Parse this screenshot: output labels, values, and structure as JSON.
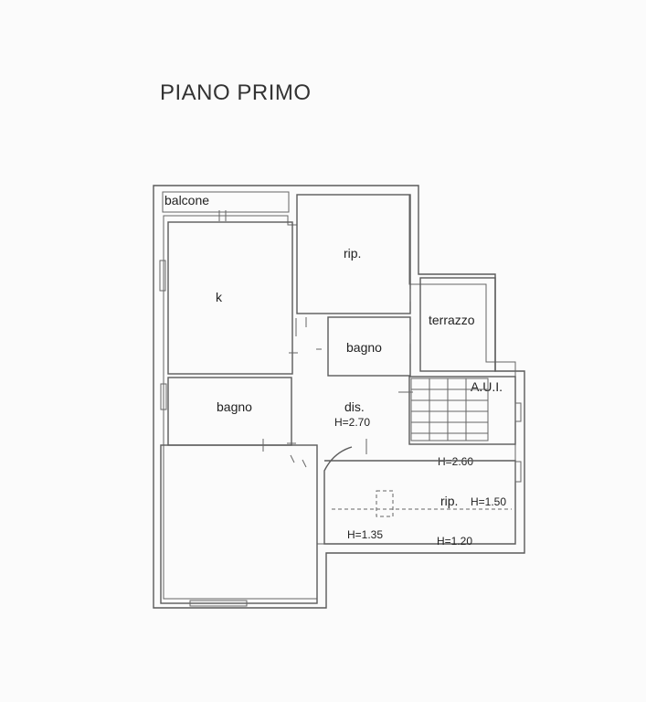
{
  "plan": {
    "title": "PIANO PRIMO",
    "rooms": {
      "balcone": "balcone",
      "kitchen": "k",
      "storage_top": "rip.",
      "terrace": "terrazzo",
      "bath_right": "bagno",
      "bath_left": "bagno",
      "aui": "A.U.I.",
      "hall": "dis.",
      "hall_height": "H=2.70",
      "storage_bottom": "rip.",
      "storage_height_mid": "H=1.50",
      "aui_height": "H=2.60",
      "height_left": "H=1.35",
      "height_right": "H=1.20"
    }
  }
}
